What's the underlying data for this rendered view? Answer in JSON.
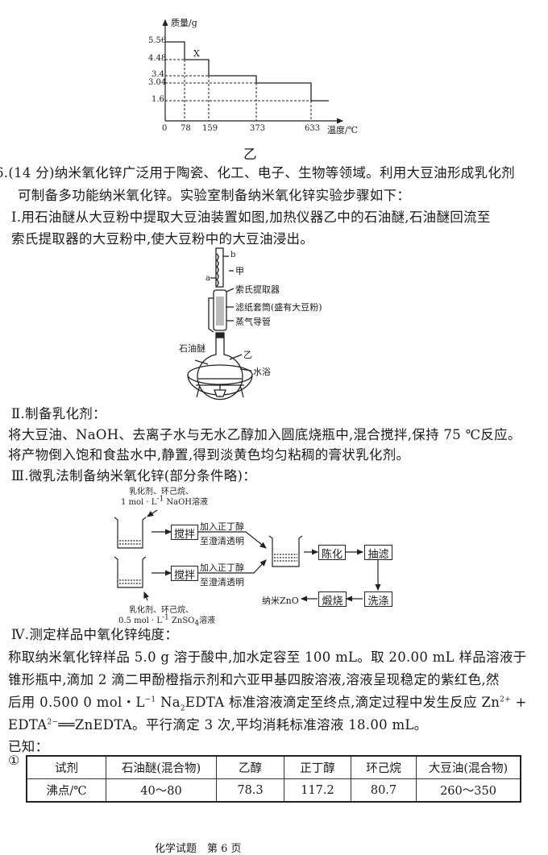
{
  "figure_yi": {
    "y_axis_label": "质量/g",
    "x_axis_label": "温度/℃",
    "caption": "乙",
    "marker_label": "X",
    "x_ticks": [
      "0",
      "78",
      "159",
      "373",
      "633"
    ],
    "y_ticks": [
      "5.56",
      "4.48",
      "3.4",
      "3.04",
      "1.6"
    ]
  },
  "chart_data": {
    "type": "line",
    "title": "乙",
    "xlabel": "温度/℃",
    "ylabel": "质量/g",
    "x": [
      0,
      78,
      78,
      159,
      159,
      373,
      373,
      633,
      633,
      700
    ],
    "y": [
      5.56,
      5.56,
      4.48,
      4.48,
      3.4,
      3.4,
      3.04,
      3.04,
      1.6,
      1.6
    ],
    "annotations": [
      "X"
    ],
    "grid": false
  },
  "question": {
    "line1": "6.(14 分)纳米氧化锌广泛用于陶瓷、化工、电子、生物等领域。利用大豆油形成乳化剂",
    "line2": "可制备多功能纳米氧化锌。实验室制备纳米氧化锌实验步骤如下：",
    "step1_line1": "Ⅰ.用石油醚从大豆粉中提取大豆油装置如图,加热仪器乙中的石油醚,石油醚回流至",
    "step1_line2": "索氏提取器的大豆粉中,使大豆粉中的大豆油浸出。"
  },
  "apparatus": {
    "label_b": "b",
    "label_a": "a",
    "label_jia": "甲",
    "label_extractor": "索氏提取器",
    "label_thimble": "滤纸套筒(盛有大豆粉)",
    "label_vapor_tube": "蒸气导管",
    "label_petroleum_ether": "石油醚",
    "label_yi": "乙",
    "label_water_bath": "水浴"
  },
  "step2": {
    "title": "Ⅱ.制备乳化剂：",
    "line1": "将大豆油、NaOH、去离子水与无水乙醇加入圆底烧瓶中,混合搅拌,保持 75 ℃反应。",
    "line2": "将产物倒入饱和食盐水中,静置,得到淡黄色均匀粘稠的膏状乳化剂。"
  },
  "step3": {
    "title": "Ⅲ.微乳法制备纳米氧化锌(部分条件略)：",
    "top_reagent_line1": "乳化剂、环己烷、",
    "top_reagent_line2a": "1 mol · L",
    "top_reagent_sup": "-1",
    "top_reagent_line2b": " NaOH溶液",
    "bottom_reagent_line1": "乳化剂、环己烷、",
    "bottom_reagent_line2a": "0.5 mol · L",
    "bottom_reagent_sup": "-1",
    "bottom_reagent_line2b": " ZnSO",
    "bottom_reagent_sub": "4",
    "bottom_reagent_line2c": "溶液",
    "stir": "搅拌",
    "add_butanol": "加入正丁醇",
    "until_clear": "至澄清透明",
    "aging": "陈化",
    "suction_filter": "抽滤",
    "wash": "洗涤",
    "calcine": "煅烧",
    "product": "纳米ZnO"
  },
  "step4": {
    "title": "Ⅳ.测定样品中氧化锌纯度：",
    "line1": "称取纳米氧化锌样品 5.0 g 溶于酸中,加水定容至 100 mL。取 20.00 mL 样品溶液于",
    "line2": "锥形瓶中,滴加 2 滴二甲酚橙指示剂和六亚甲基四胺溶液,溶液呈现稳定的紫红色,然",
    "line3a": "后用 0.500 0 mol・L",
    "line3_sup1": "−1",
    "line3b": " Na",
    "line3_sub": "2",
    "line3c": "EDTA 标准溶液滴定至终点,滴定过程中发生反应 Zn",
    "line3_sup2": "2+",
    "line3d": " +",
    "line4a": "EDTA",
    "line4_sup": "2−",
    "line4b": "══ZnEDTA。平行滴定 3 次,平均消耗标准溶液 18.00 mL。",
    "known": "已知："
  },
  "table": {
    "marker": "①",
    "headers": [
      "试剂",
      "石油醚(混合物)",
      "乙醇",
      "正丁醇",
      "环己烷",
      "大豆油(混合物)"
    ],
    "row": [
      "沸点/℃",
      "40～80",
      "78.3",
      "117.2",
      "80.7",
      "260～350"
    ]
  },
  "footer": "化学试题　第 6 页"
}
